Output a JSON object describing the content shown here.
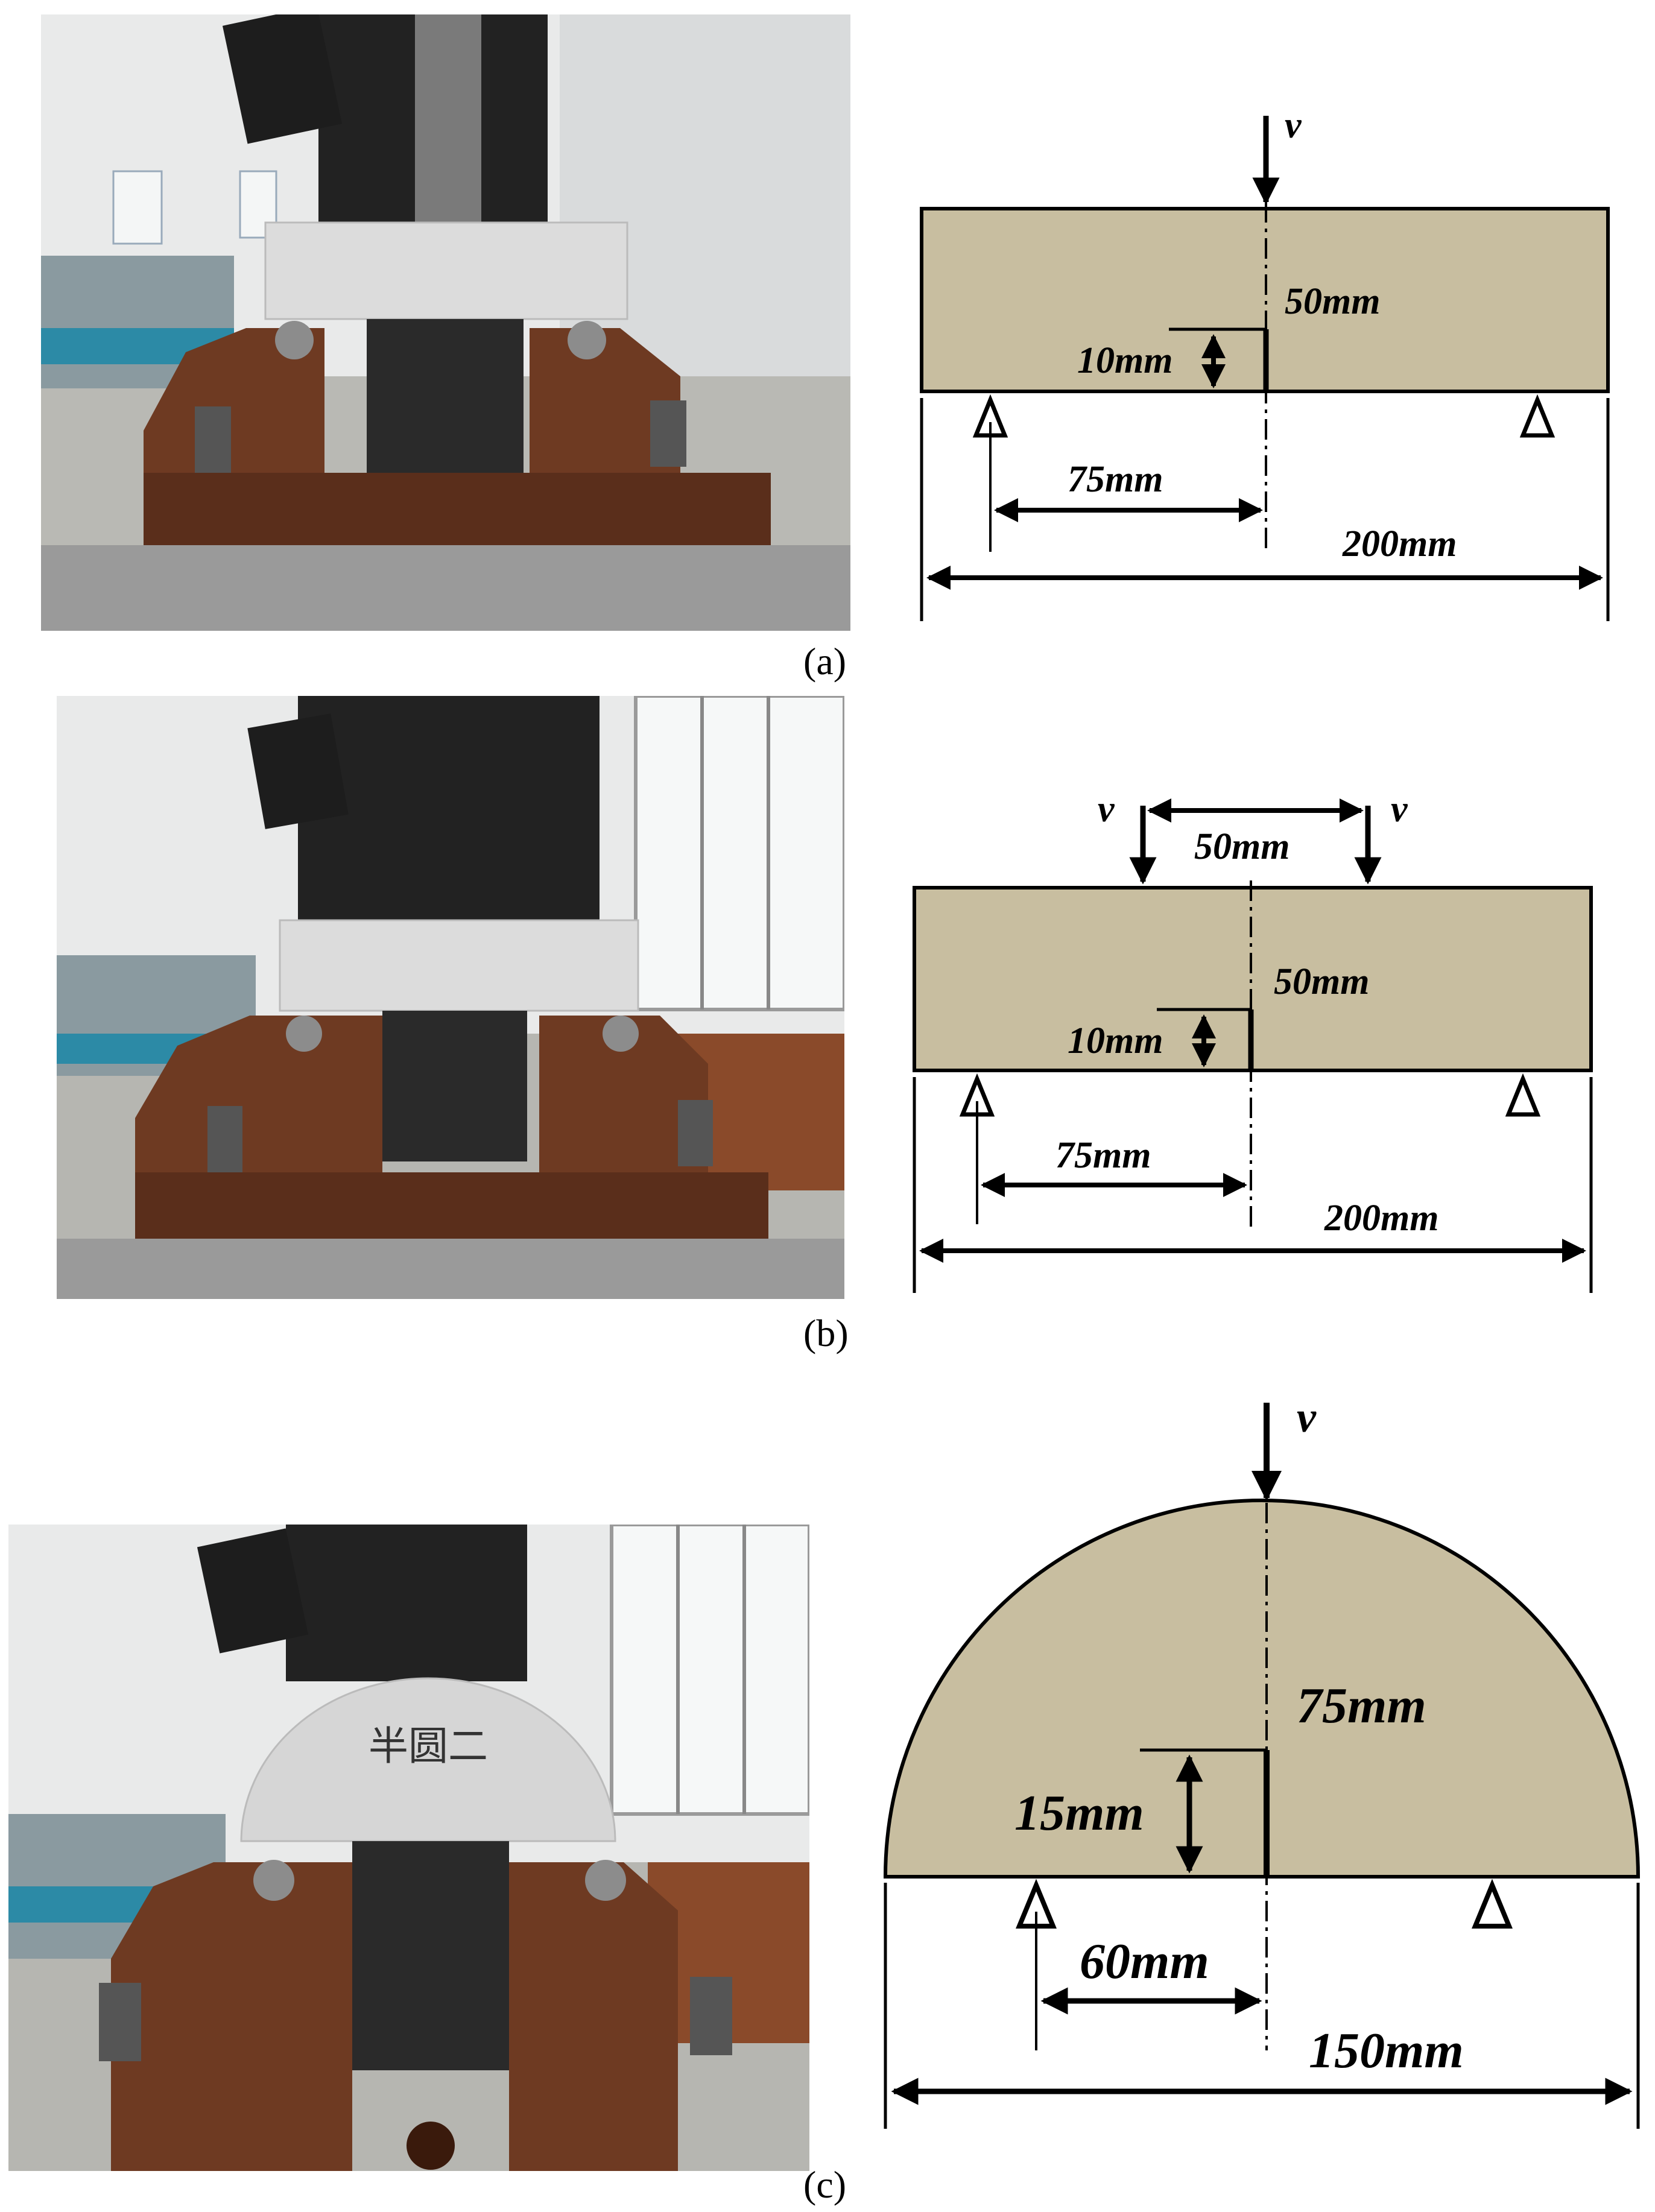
{
  "colors": {
    "specimen_fill": "#c8bea0",
    "line": "#000000",
    "rust": "#6e3a22",
    "rust_dark": "#4a2617",
    "steel": "#8e8e8e",
    "concrete": "#d8d8d8",
    "wall": "#eaeaea"
  },
  "panels": [
    {
      "id": "a",
      "caption": "(a)",
      "diagram": {
        "load_labels": [
          "v"
        ],
        "height_label": "50mm",
        "notch_label": "10mm",
        "offset_label": "75mm",
        "length_label": "200mm"
      }
    },
    {
      "id": "b",
      "caption": "(b)",
      "diagram": {
        "load_labels": [
          "v",
          "v"
        ],
        "load_spacing_label": "50mm",
        "height_label": "50mm",
        "notch_label": "10mm",
        "offset_label": "75mm",
        "length_label": "200mm"
      }
    },
    {
      "id": "c",
      "caption": "(c)",
      "diagram": {
        "load_labels": [
          "v"
        ],
        "height_label": "75mm",
        "notch_label": "15mm",
        "offset_label": "60mm",
        "length_label": "150mm"
      },
      "specimen_marking": "半圆二"
    }
  ]
}
